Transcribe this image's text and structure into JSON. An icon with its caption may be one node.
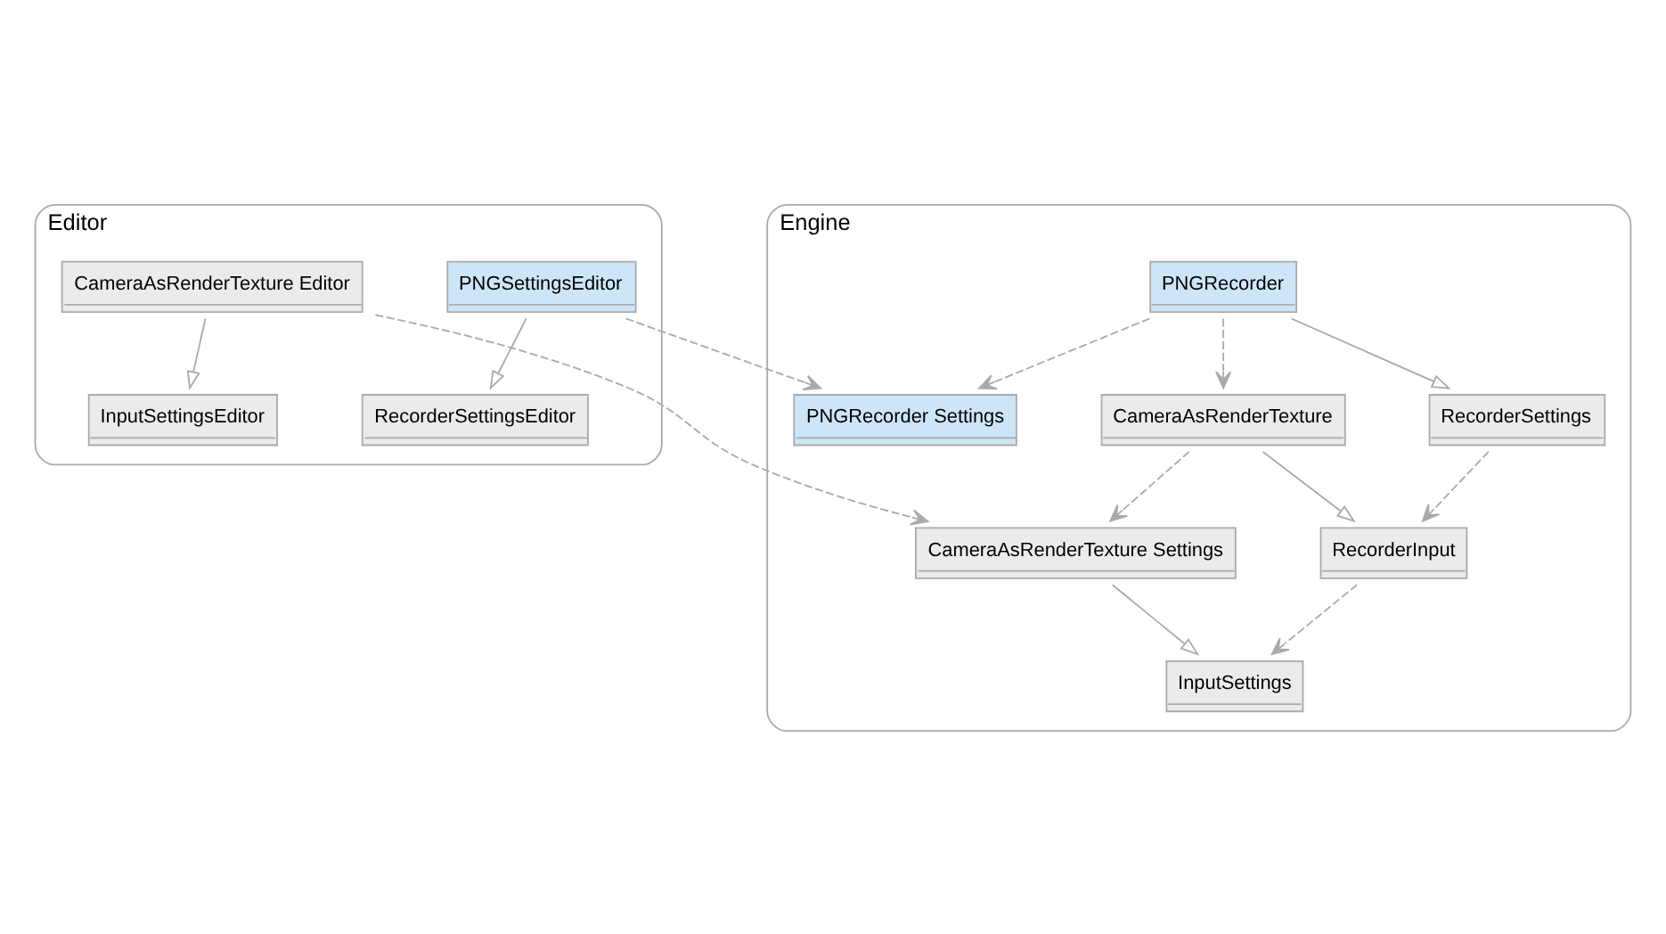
{
  "diagram": {
    "nodes": [
      {
        "text": [
          "Editor"
        ]
      },
      {
        "text": [
          "RecorderSettingsEditor"
        ],
        "in": 0
      },
      {
        "text": [
          "PNGSettingsEditor"
        ],
        "in": 0
      },
      {
        "text": [
          "CameraAsRenderTexture Editor"
        ],
        "in": 0
      },
      {
        "text": [
          "InputSettingsEditor"
        ],
        "in": 0
      },
      {
        "text": [
          "Engine"
        ]
      },
      {
        "text": [
          "PNGRecorder"
        ],
        "in": 5
      },
      {
        "text": [
          "RecorderSettings"
        ],
        "in": 5
      },
      {
        "text": [
          "PNGRecorder Settings"
        ],
        "in": 5
      },
      {
        "text": [
          "CameraAsRenderTexture"
        ],
        "in": 5
      },
      {
        "text": [
          "RecorderInput"
        ],
        "in": 5
      },
      {
        "text": [
          "CameraAsRenderTexture Settings"
        ],
        "in": 5
      },
      {
        "text": [
          "InputSettings"
        ],
        "in": 5
      }
    ],
    "edges": [
      {
        "from": 2,
        "to": 1,
        "arrow": "to"
      },
      {
        "from": 2,
        "to": 8,
        "arrow": "to",
        "style": "dashed"
      },
      {
        "from": 3,
        "to": 11,
        "arrow": "to",
        "style": "dashed"
      },
      {
        "from": 3,
        "to": 4,
        "arrow": "to"
      },
      {
        "from": 6,
        "to": 7,
        "arrow": "to"
      },
      {
        "from": 6,
        "to": 8,
        "arrow": "to",
        "style": "dashed"
      },
      {
        "from": 6,
        "to": 9,
        "arrow": "to",
        "style": "dashed"
      },
      {
        "from": 7,
        "to": 10,
        "arrow": "to",
        "style": "dashed"
      },
      {
        "from": 9,
        "to": 10,
        "arrow": "to"
      },
      {
        "from": 9,
        "to": 11,
        "arrow": "to",
        "style": "dashed"
      },
      {
        "from": 10,
        "to": 12,
        "arrow": "to",
        "style": "dashed"
      },
      {
        "from": 11,
        "to": 12,
        "arrow": "to"
      }
    ]
  }
}
